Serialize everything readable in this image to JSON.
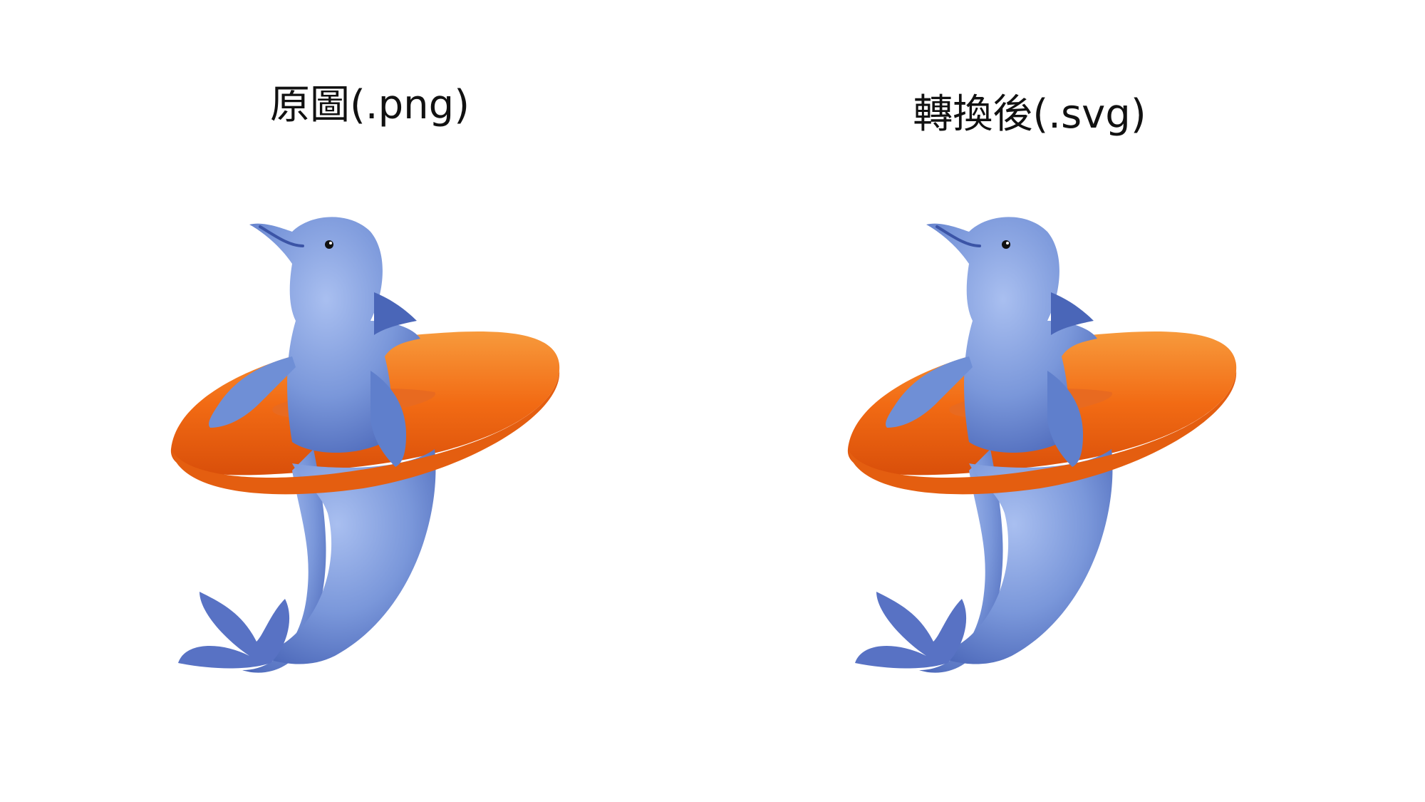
{
  "panels": [
    {
      "title": "原圖(.png)"
    },
    {
      "title": "轉換後(.svg)"
    }
  ],
  "colors": {
    "background": "#ffffff",
    "dolphin_body": "#6f8fd6",
    "dolphin_dark": "#4a66b8",
    "dolphin_light": "#a9bff0",
    "ring": "#f26b14",
    "ring_light": "#f79a3c",
    "ring_dark": "#d94f0a"
  },
  "icons": [
    "dolphin-with-swim-ring-illustration"
  ]
}
